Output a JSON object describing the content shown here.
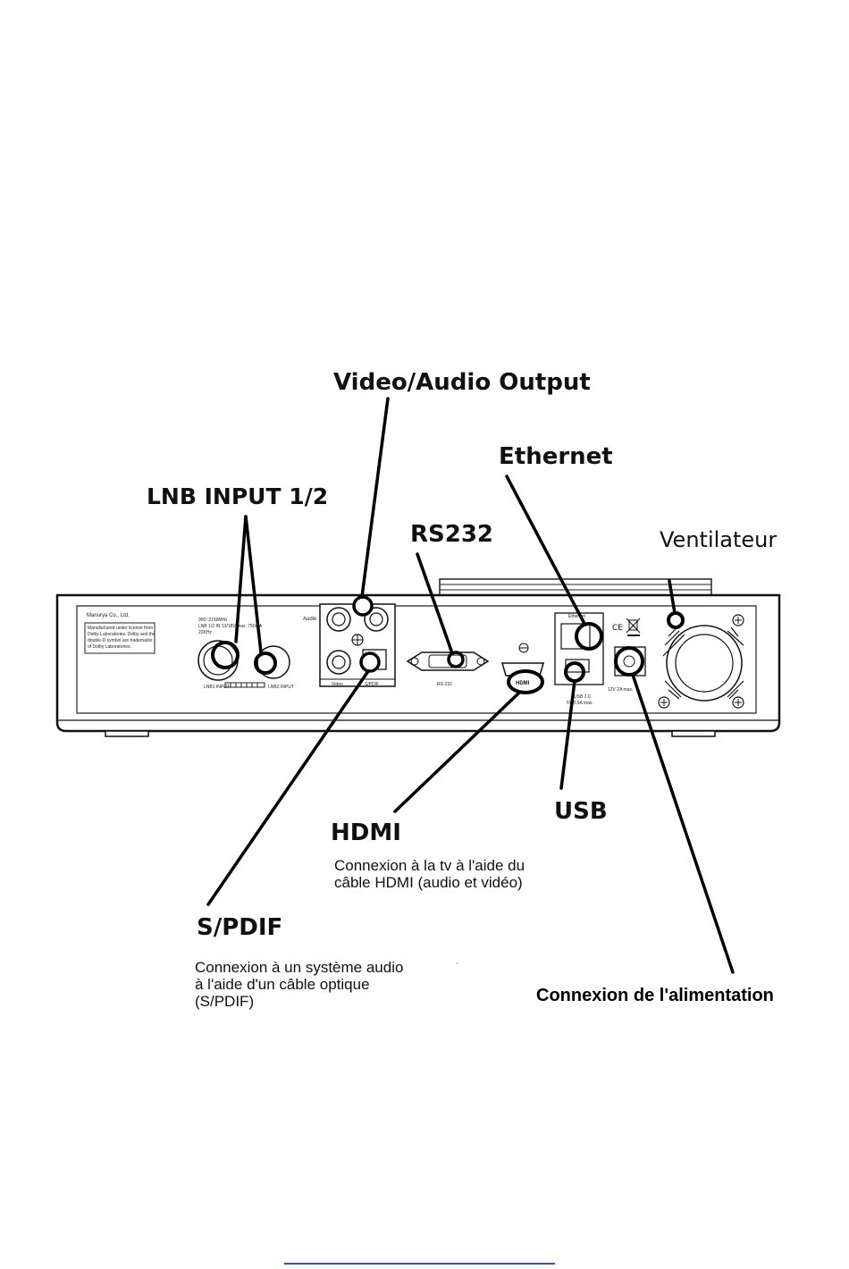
{
  "labels": {
    "video_audio_output": "Video/Audio Output",
    "ethernet": "Ethernet",
    "lnb_input": "LNB INPUT 1/2",
    "rs232": "RS232",
    "ventilateur": "Ventilateur",
    "usb": "USB",
    "hdmi": "HDMI",
    "spdif": "S/PDIF",
    "alimentation": "Connexion de l'alimentation"
  },
  "descriptions": {
    "hdmi": "Connexion à la tv à l'aide du\ncâble HDMI (audio et vidéo)",
    "spdif": "Connexion à un système audio\nà l'aide d'un câble optique\n(S/PDIF)"
  },
  "device_text": {
    "brand": "Manurya Co., Ltd.",
    "license": [
      "Manufactured under license from",
      "Dolby Laboratories. Dolby and the",
      "double-D symbol are trademarks",
      "of Dolby Laboratories."
    ],
    "lnb_spec": [
      "950~2150MHz",
      "LNB 1/2 IN 13/18V max. 750mA",
      "22KHz"
    ],
    "lnb1": "LNB1 INPUT",
    "lnb2": "LNB2 INPUT",
    "audio": "Audio",
    "video": "Video",
    "spdif_port": "S/PDIF",
    "rs232_port": "RS-232",
    "hdmi_port": "HDMI",
    "ethernet_port": "Ethernet",
    "usb_port": "USB 2.0",
    "usb_spec": "5V 0.5A max.",
    "power_spec": "12V 2A max."
  }
}
